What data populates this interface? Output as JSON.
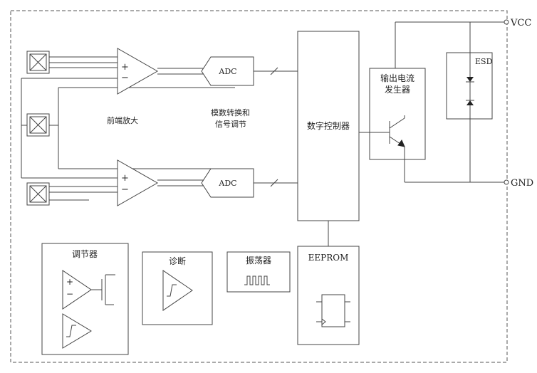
{
  "terminals": {
    "vcc": "VCC",
    "gnd": "GND"
  },
  "labels": {
    "front_end": "前端放大",
    "adc_top": "ADC",
    "adc_bottom": "ADC",
    "adc_desc_line1": "模数转换和",
    "adc_desc_line2": "信号调节",
    "digital_controller": "数字控制器",
    "current_gen_line1": "输出电流",
    "current_gen_line2": "发生器",
    "esd": "ESD",
    "eeprom": "EEPROM",
    "regulator": "调节器",
    "diagnostics": "诊断",
    "oscillator": "振荡器"
  },
  "op_amp_signs": {
    "plus": "+",
    "minus": "−"
  },
  "colors": {
    "line": "#444444",
    "border_dash": "#555555"
  }
}
